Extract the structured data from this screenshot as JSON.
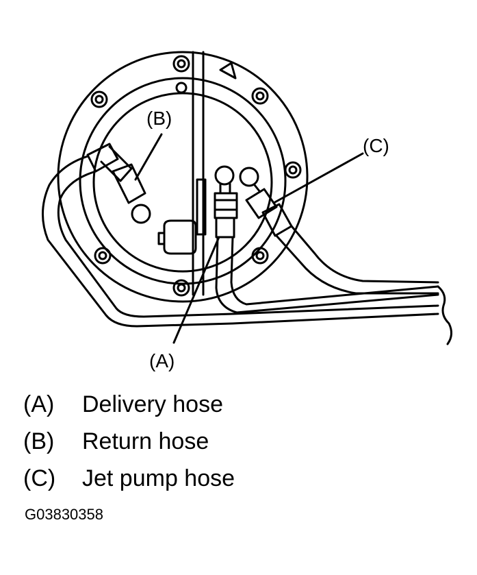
{
  "diagram": {
    "callouts": {
      "a": "(A)",
      "b": "(B)",
      "c": "(C)"
    }
  },
  "legend": [
    {
      "key": "(A)",
      "text": "Delivery hose"
    },
    {
      "key": "(B)",
      "text": "Return hose"
    },
    {
      "key": "(C)",
      "text": "Jet pump hose"
    }
  ],
  "figure_id": "G03830358"
}
